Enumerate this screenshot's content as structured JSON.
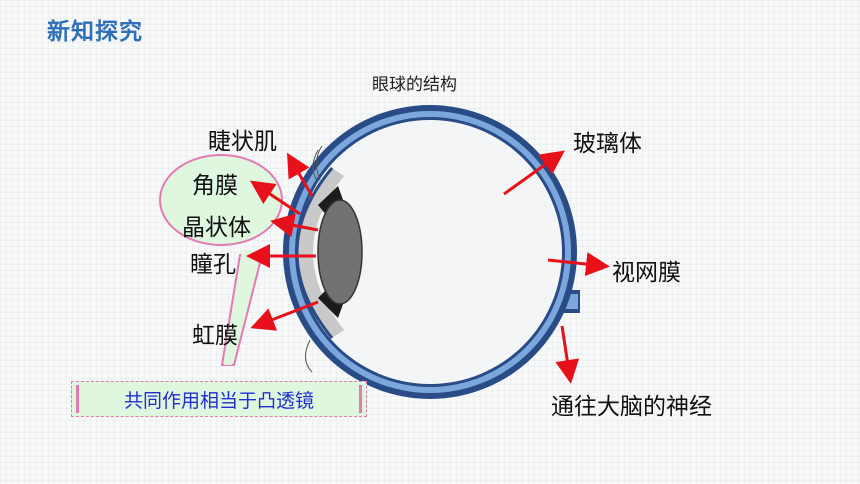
{
  "header": {
    "title": "新知探究"
  },
  "diagram": {
    "caption": "眼球的结构",
    "labels": {
      "ciliary_body": "睫状肌",
      "cornea": "角膜",
      "lens": "晶状体",
      "pupil": "瞳孔",
      "iris": "虹膜",
      "vitreous_body": "玻璃体",
      "retina": "视网膜",
      "optic_nerve": "通往大脑的神经"
    },
    "summary": "共同作用相当于凸透镜",
    "colors": {
      "arrow": "#e8101a",
      "sclera": "#2a4c86",
      "choroid": "#7ba7dc",
      "lens": "#727272",
      "cornea": "#c9c9c9",
      "bubble_fill": "#dff6df",
      "bubble_border": "#e47ab4",
      "summary_text": "#1f2fd0",
      "title": "#2e6fb8"
    }
  }
}
